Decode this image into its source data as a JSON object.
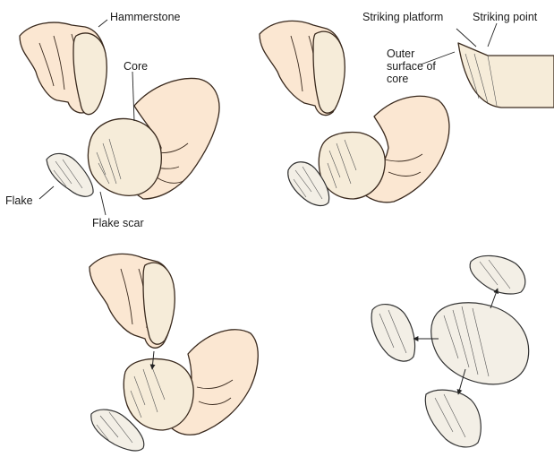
{
  "labels": {
    "hammerstone": "Hammerstone",
    "core": "Core",
    "flake": "Flake",
    "flake_scar": "Flake scar",
    "striking_platform": "Striking platform",
    "striking_point": "Striking point",
    "outer_surface": "Outer surface of core"
  },
  "colors": {
    "skin": "#fbe7d2",
    "stone": "#f6ecd9",
    "rock": "#f3efe6",
    "ink": "#3a2a1e"
  }
}
